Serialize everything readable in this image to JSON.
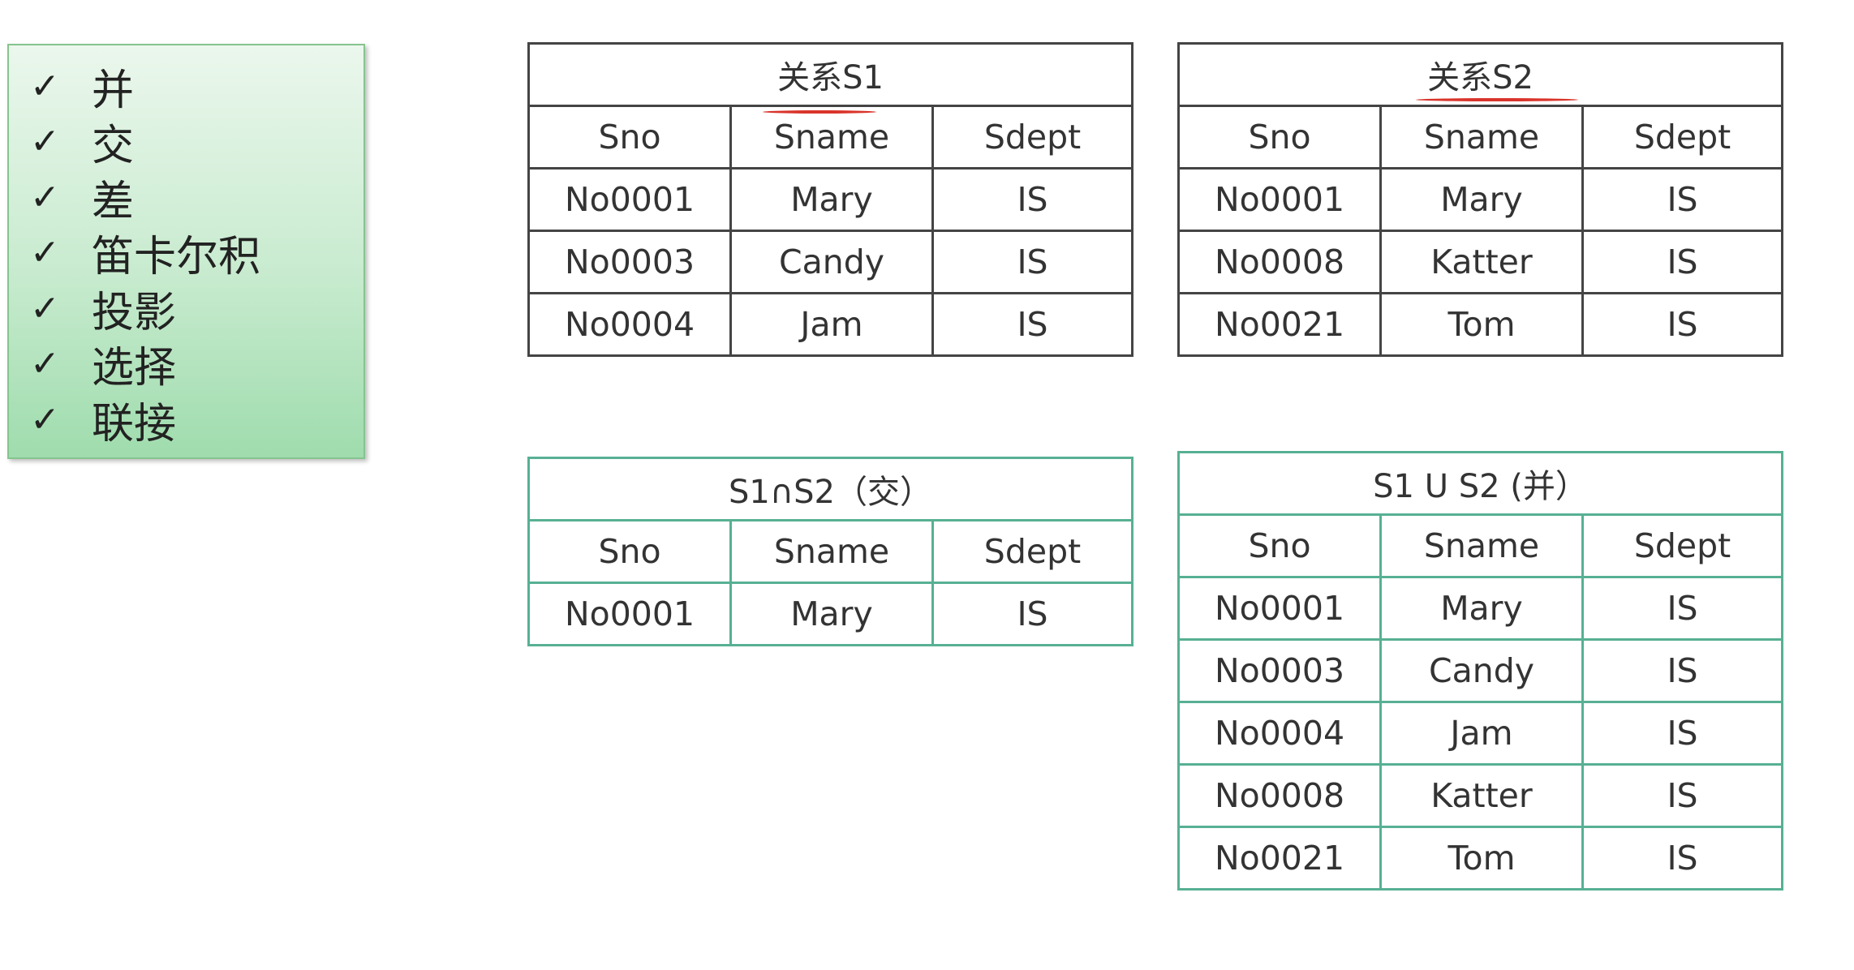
{
  "operations": [
    "并",
    "交",
    "差",
    "笛卡尔积",
    "投影",
    "选择",
    "联接"
  ],
  "check_mark": "✓",
  "columns": [
    "Sno",
    "Sname",
    "Sdept"
  ],
  "tables": {
    "s1": {
      "title": "关系S1",
      "rows": [
        [
          "No0001",
          "Mary",
          "IS"
        ],
        [
          "No0003",
          "Candy",
          "IS"
        ],
        [
          "No0004",
          "Jam",
          "IS"
        ]
      ]
    },
    "s2": {
      "title": "关系S2",
      "rows": [
        [
          "No0001",
          "Mary",
          "IS"
        ],
        [
          "No0008",
          "Katter",
          "IS"
        ],
        [
          "No0021",
          "Tom",
          "IS"
        ]
      ]
    },
    "intersection": {
      "title": "S1∩S2（交）",
      "rows": [
        [
          "No0001",
          "Mary",
          "IS"
        ]
      ]
    },
    "union": {
      "title": "S1 U S2 (并）",
      "rows": [
        [
          "No0001",
          "Mary",
          "IS"
        ],
        [
          "No0003",
          "Candy",
          "IS"
        ],
        [
          "No0004",
          "Jam",
          "IS"
        ],
        [
          "No0008",
          "Katter",
          "IS"
        ],
        [
          "No0021",
          "Tom",
          "IS"
        ]
      ]
    }
  },
  "colors": {
    "annotation": "#d9342b",
    "result_border": "#58b094",
    "source_border": "#444444",
    "box_fill": "#c8ebcf"
  }
}
